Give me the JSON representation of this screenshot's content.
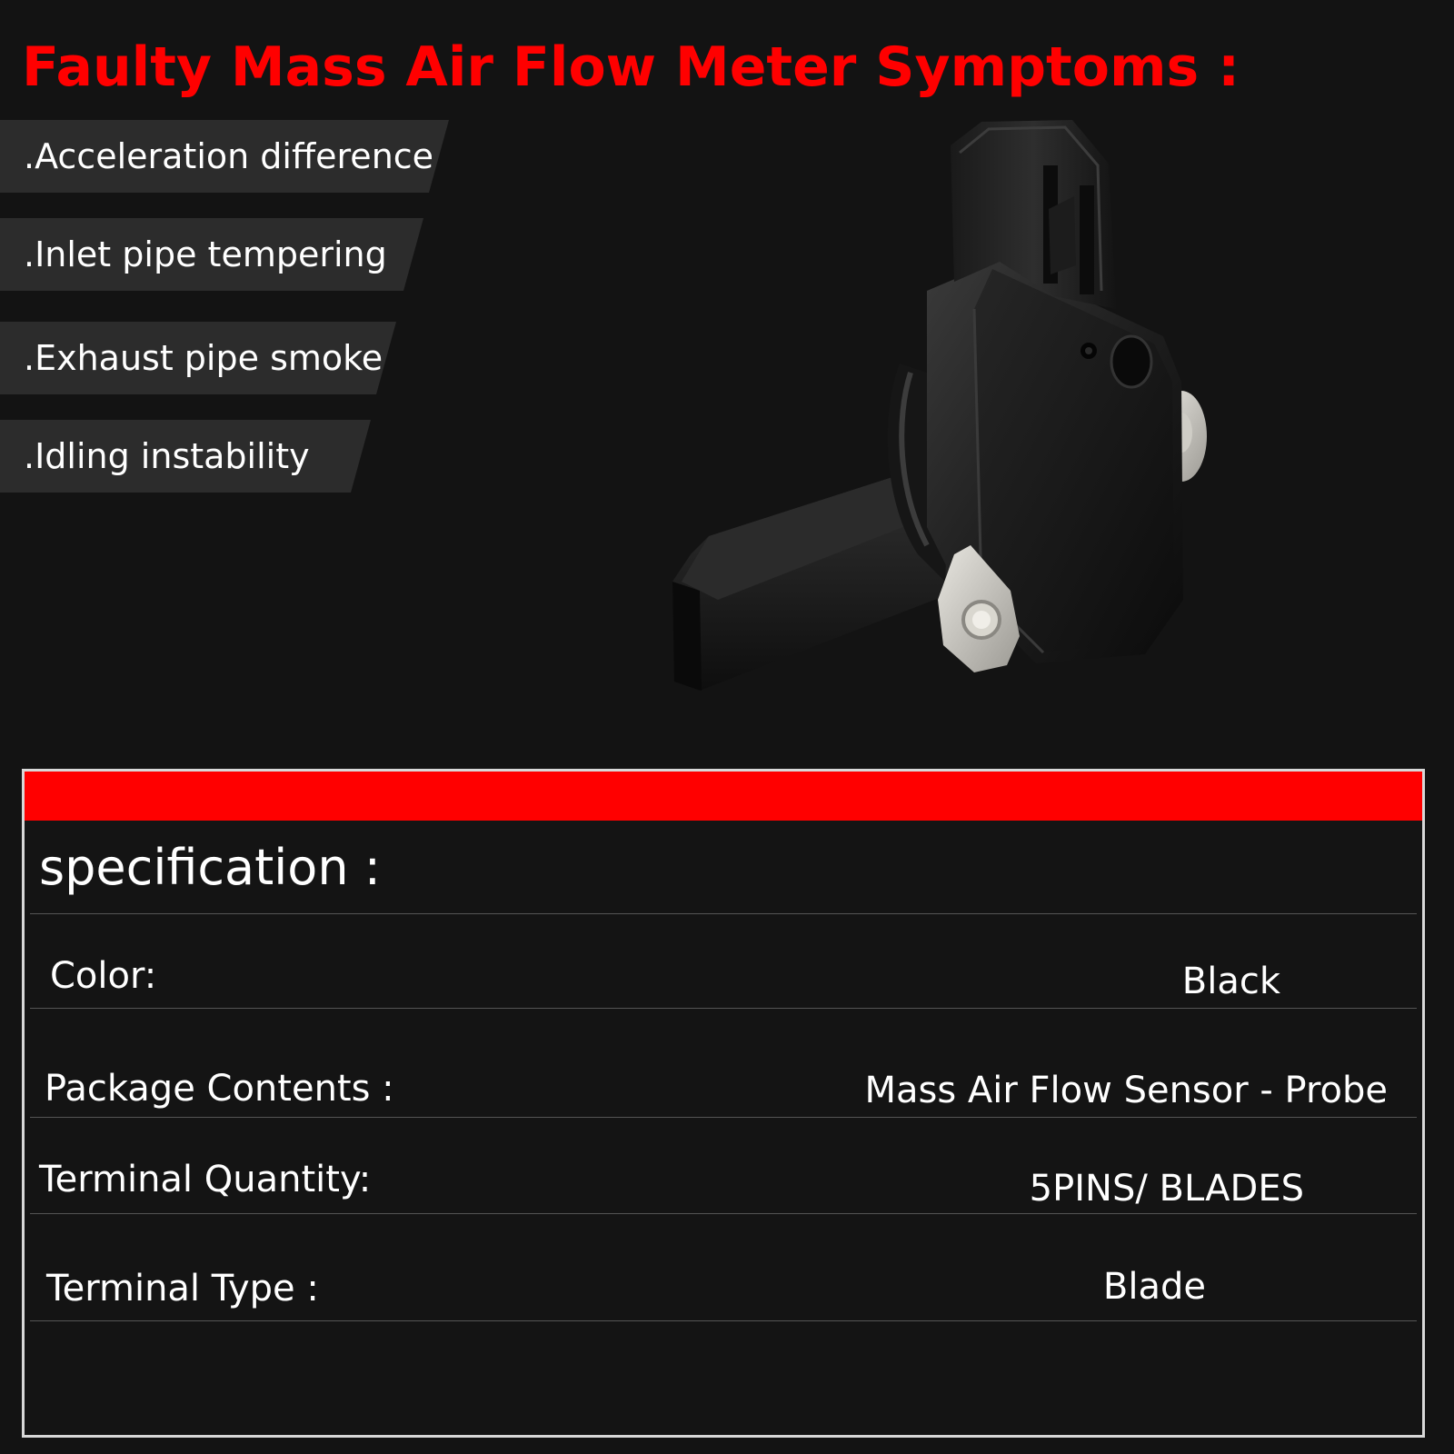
{
  "headline": "Faulty Mass Air Flow Meter Symptoms :",
  "symptoms": [
    ".Acceleration difference",
    ".Inlet pipe tempering",
    ".Exhaust pipe smoke",
    ".Idling instability"
  ],
  "specification": {
    "title": "specification :",
    "rows": [
      {
        "label": "Color:",
        "value": "Black"
      },
      {
        "label": "Package Contents :",
        "value": "Mass Air Flow Sensor - Probe"
      },
      {
        "label": "Terminal Quantity:",
        "value": "5PINS/ BLADES"
      },
      {
        "label": "Terminal Type :",
        "value": "Blade"
      }
    ]
  },
  "colors": {
    "background": "#131313",
    "accent_red": "#ff0000",
    "symptom_banner": "#2c2c2c",
    "panel_border": "#d8d8d8",
    "text": "#ffffff"
  }
}
